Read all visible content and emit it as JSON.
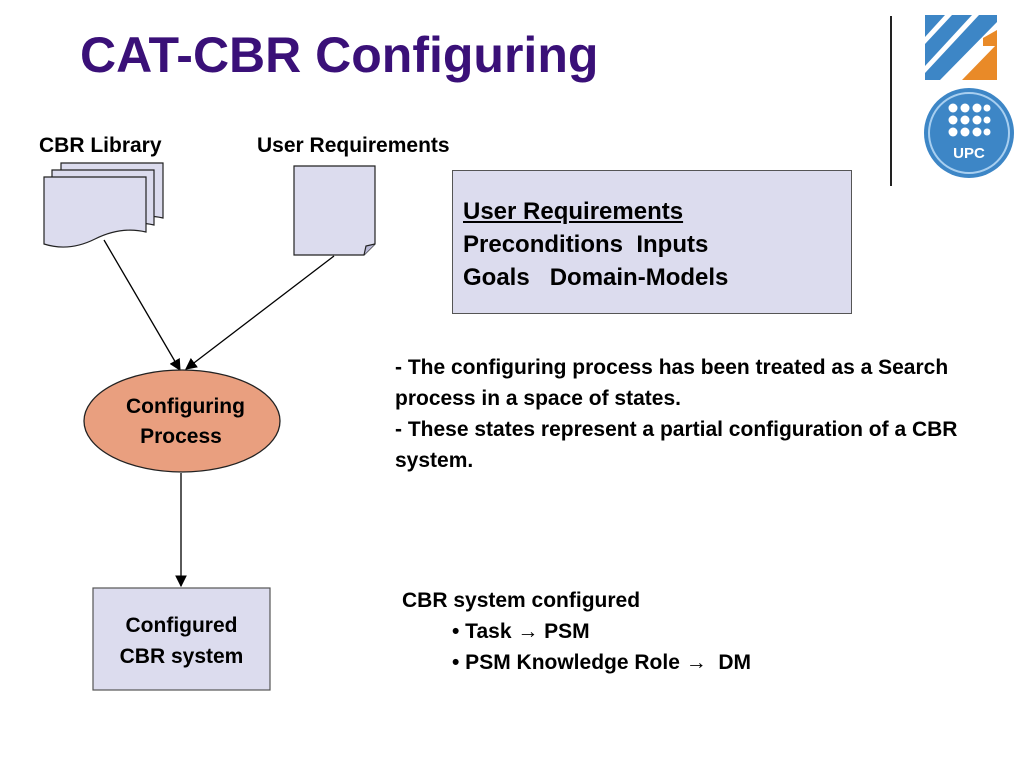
{
  "slide": {
    "title": "CAT-CBR Configuring"
  },
  "labels": {
    "cbr_library": "CBR Library",
    "user_requirements": "User Requirements"
  },
  "requirements_box": {
    "heading": "User Requirements",
    "line1": "Preconditions  Inputs",
    "line2": "Goals   Domain-Models"
  },
  "description": {
    "line1": "- The configuring process has been treated as a Search process in a space of states.",
    "line2": "- These states represent a partial configuration of a CBR system."
  },
  "process": {
    "label": "Configuring Process"
  },
  "result_box": {
    "label": "Configured CBR system"
  },
  "configured_list": {
    "heading": "CBR system configured",
    "items": [
      "• Task → PSM",
      "• PSM Knowledge Role →  DM"
    ]
  },
  "logos": {
    "top_logo": "UPC-stripes-logo",
    "bottom_logo_text": "UPC"
  },
  "colors": {
    "title": "#3a1078",
    "ellipse_fill": "#e99f7f",
    "box_fill": "#dcdcee",
    "logo_blue": "#3d86c6",
    "logo_orange": "#e98a28"
  }
}
